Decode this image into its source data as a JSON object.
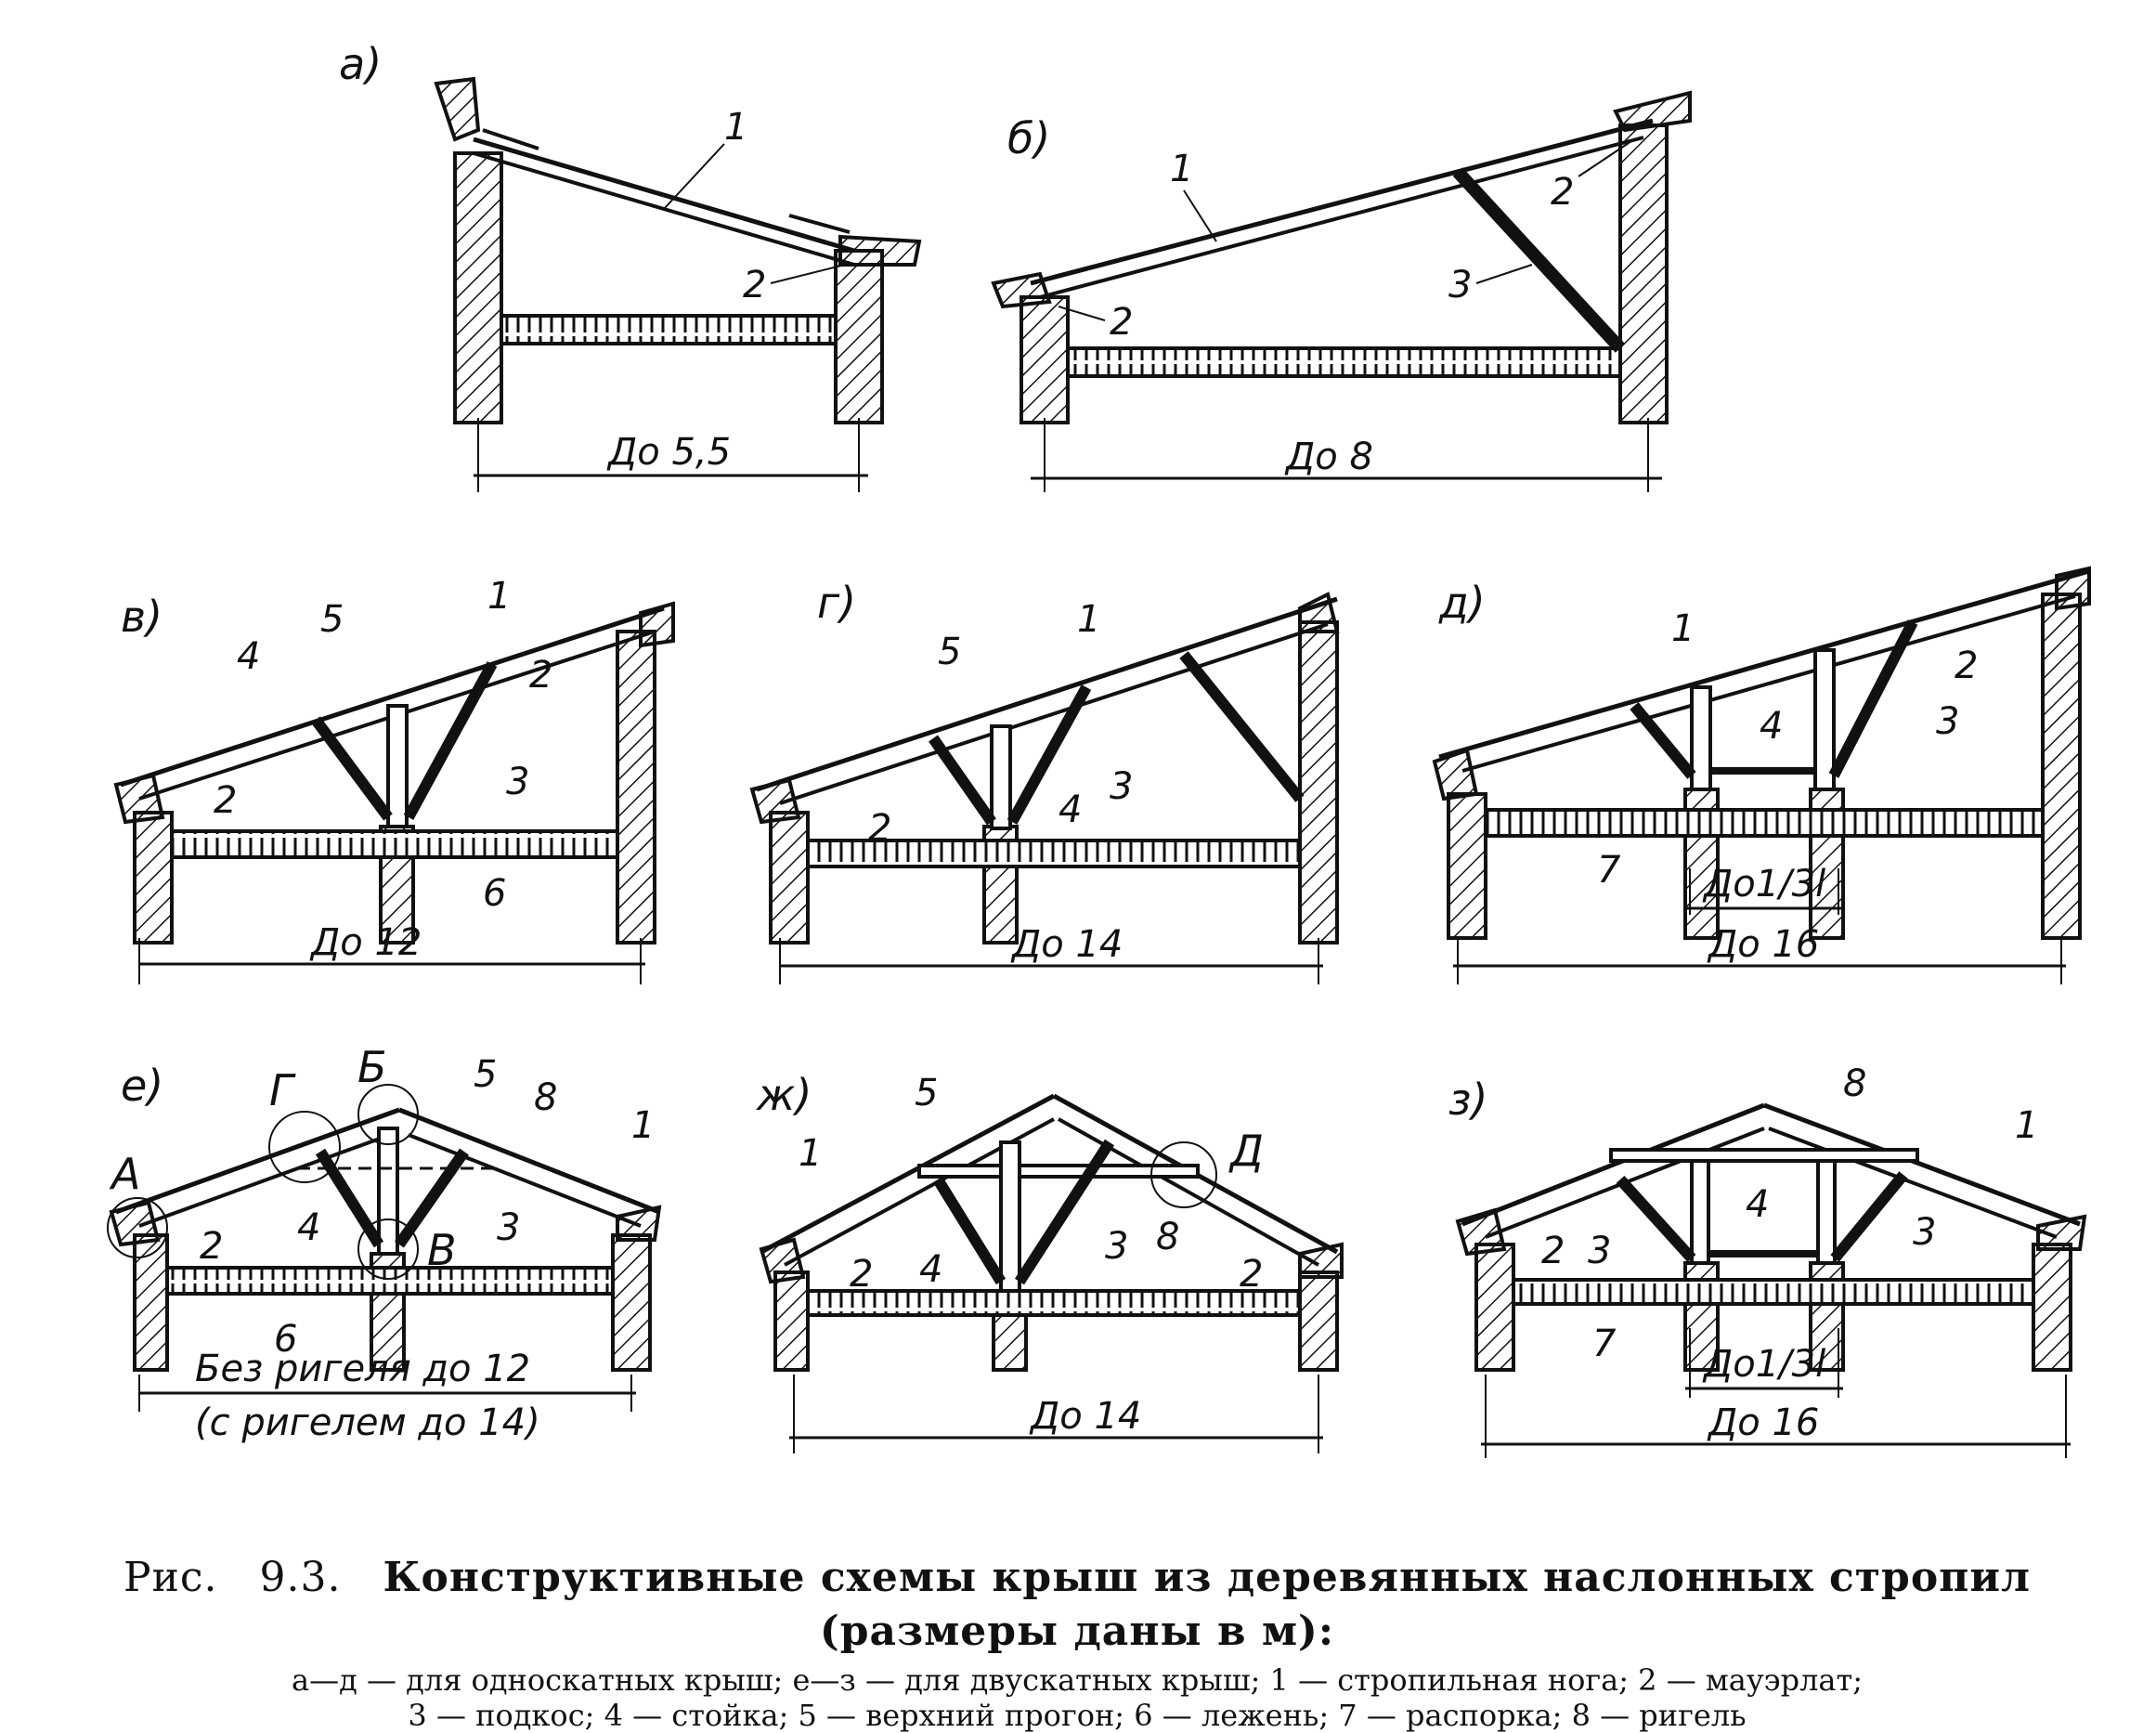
{
  "figure": {
    "title_prefix": "Рис.",
    "number": "9.3.",
    "title": "Конструктивные схемы крыш из деревянных наслонных стропил (размеры даны в м):",
    "legend_line1": "а—д — для односкатных крыш; е—з — для двускатных крыш; 1 — стропильная нога; 2 — мауэрлат;",
    "legend_line2": "3 — подкос; 4 — стойка; 5 — верхний прогон; 6 — лежень; 7 — распорка; 8 — ригель"
  },
  "panels": {
    "a": {
      "label": "а)",
      "span": "До 5,5"
    },
    "b": {
      "label": "б)",
      "span": "До 8"
    },
    "v": {
      "label": "в)",
      "span": "До 12"
    },
    "g": {
      "label": "г)",
      "span": "До 14"
    },
    "d": {
      "label": "д)",
      "span": "До 16",
      "sub_span": "До1/3l"
    },
    "e": {
      "label": "е)",
      "span": "Без ригеля до 12",
      "span2": "(с ригелем до 14)",
      "nodes": [
        "А",
        "Б",
        "В",
        "Г"
      ]
    },
    "zh": {
      "label": "ж)",
      "span": "До 14",
      "node": "Д"
    },
    "z": {
      "label": "з)",
      "span": "До 16",
      "sub_span": "До1/3l"
    }
  },
  "numbers": [
    "1",
    "2",
    "3",
    "4",
    "5",
    "6",
    "7",
    "8"
  ]
}
